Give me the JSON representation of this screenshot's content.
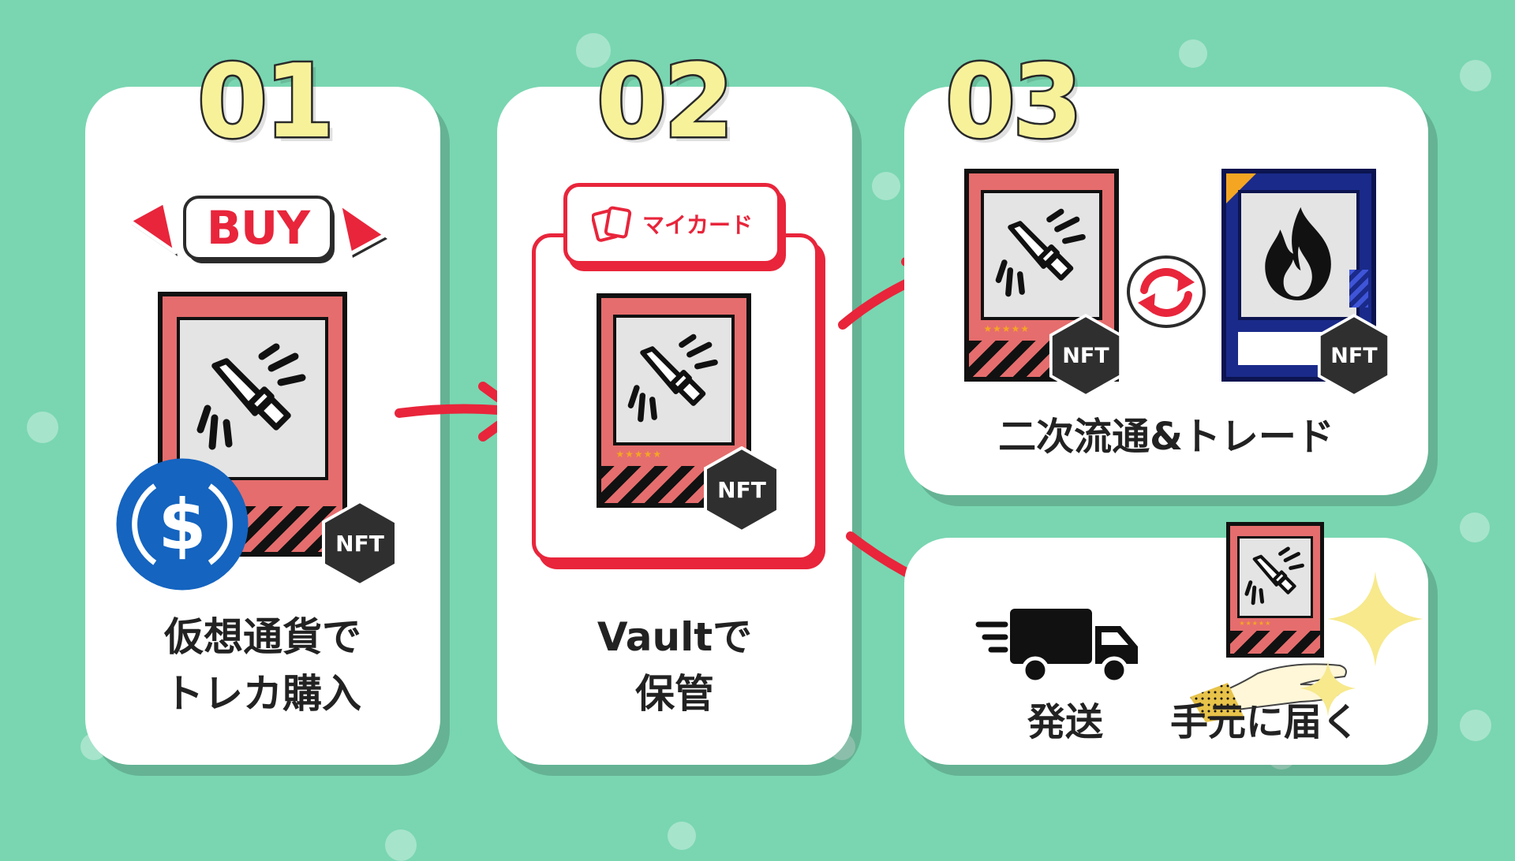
{
  "steps": [
    {
      "number": "01",
      "badge": "BUY",
      "line1": "仮想通貨で",
      "line2": "トレカ購入"
    },
    {
      "number": "02",
      "tab": "マイカード",
      "line1": "Vaultで",
      "line2": "保管"
    },
    {
      "number": "03",
      "label": "二次流通&トレード"
    }
  ],
  "delivery": {
    "ship_label": "発送",
    "receive_label": "手元に届く"
  },
  "nft_label": "NFT",
  "currency_symbol": "$",
  "stars": "★★★★★",
  "icons": {
    "coin": "usdc-coin-icon",
    "sword": "sword-icon",
    "fire": "fire-icon",
    "swap": "swap-icon",
    "truck": "delivery-truck-icon",
    "hand": "receiving-hand-icon",
    "sparkle": "sparkle-icon",
    "arrow": "red-arrow-icon"
  },
  "colors": {
    "background": "#79d6b1",
    "panel": "#ffffff",
    "step_number_fill": "#f7f29a",
    "accent_red": "#e8253b",
    "card_red": "#e56d6d",
    "coin_blue": "#1464c0",
    "nft_badge": "#2f2f2f",
    "sparkle": "#f7e98c"
  }
}
